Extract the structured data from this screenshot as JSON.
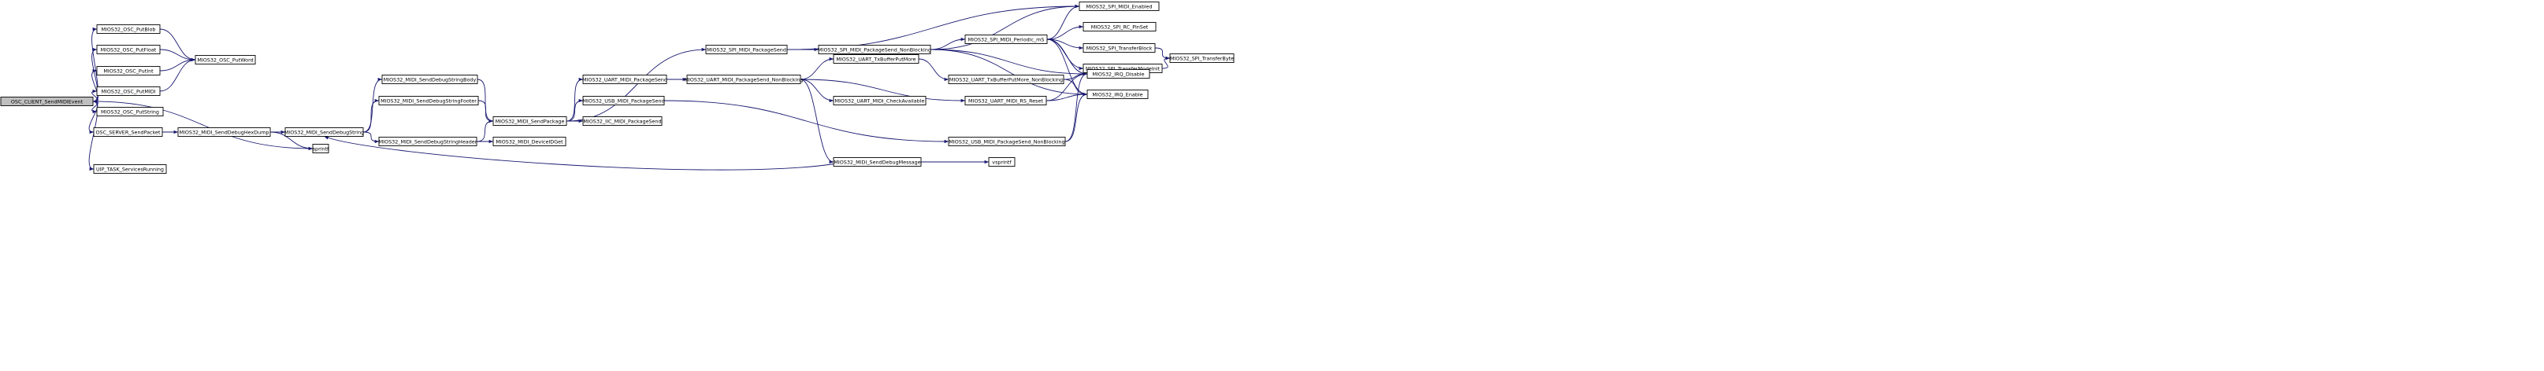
{
  "graph": {
    "colors": {
      "edge": "#191970",
      "node_border": "#000000",
      "root_fill": "#bfbfbf",
      "node_fill": "#ffffff"
    },
    "nodes": [
      {
        "id": "osc_client_sendmidievent",
        "label": "OSC_CLIENT_SendMIDIEvent",
        "root": true
      },
      {
        "id": "osc_putblob",
        "label": "MIOS32_OSC_PutBlob"
      },
      {
        "id": "osc_putfloat",
        "label": "MIOS32_OSC_PutFloat"
      },
      {
        "id": "osc_putint",
        "label": "MIOS32_OSC_PutInt"
      },
      {
        "id": "osc_putmidi",
        "label": "MIOS32_OSC_PutMIDI"
      },
      {
        "id": "osc_putstring",
        "label": "MIOS32_OSC_PutString"
      },
      {
        "id": "osc_server_sendpacket",
        "label": "OSC_SERVER_SendPacket"
      },
      {
        "id": "uip_task_servicesrunning",
        "label": "UIP_TASK_ServicesRunning"
      },
      {
        "id": "osc_putword",
        "label": "MIOS32_OSC_PutWord"
      },
      {
        "id": "midi_senddebughexdump",
        "label": "MIOS32_MIDI_SendDebugHexDump"
      },
      {
        "id": "midi_senddebugstring",
        "label": "MIOS32_MIDI_SendDebugString"
      },
      {
        "id": "sprintf",
        "label": "sprintf"
      },
      {
        "id": "midi_senddebugstringbody",
        "label": "MIOS32_MIDI_SendDebugStringBody"
      },
      {
        "id": "midi_senddebugstringfooter",
        "label": "MIOS32_MIDI_SendDebugStringFooter"
      },
      {
        "id": "midi_senddebugstringheader",
        "label": "MIOS32_MIDI_SendDebugStringHeader"
      },
      {
        "id": "midi_sendpackage",
        "label": "MIOS32_MIDI_SendPackage"
      },
      {
        "id": "midi_deviceidget",
        "label": "MIOS32_MIDI_DeviceIDGet"
      },
      {
        "id": "spi_midi_packagesend",
        "label": "MIOS32_SPI_MIDI_PackageSend"
      },
      {
        "id": "uart_midi_packagesend",
        "label": "MIOS32_UART_MIDI_PackageSend"
      },
      {
        "id": "usb_midi_packagesend",
        "label": "MIOS32_USB_MIDI_PackageSend"
      },
      {
        "id": "iic_midi_packagesend",
        "label": "MIOS32_IIC_MIDI_PackageSend"
      },
      {
        "id": "spi_midi_packagesend_nb",
        "label": "MIOS32_SPI_MIDI_PackageSend_NonBlocking"
      },
      {
        "id": "uart_midi_packagesend_nb",
        "label": "MIOS32_UART_MIDI_PackageSend_NonBlocking"
      },
      {
        "id": "midi_senddebugmessage",
        "label": "MIOS32_MIDI_SendDebugMessage"
      },
      {
        "id": "uart_txbufferputmore",
        "label": "MIOS32_UART_TxBufferPutMore"
      },
      {
        "id": "uart_midi_checkavailable",
        "label": "MIOS32_UART_MIDI_CheckAvailable"
      },
      {
        "id": "spi_midi_periodic_ms",
        "label": "MIOS32_SPI_MIDI_Periodic_mS"
      },
      {
        "id": "uart_txbufferputmore_nb",
        "label": "MIOS32_UART_TxBufferPutMore_NonBlocking"
      },
      {
        "id": "uart_midi_rs_reset",
        "label": "MIOS32_UART_MIDI_RS_Reset"
      },
      {
        "id": "usb_midi_packagesend_nb",
        "label": "MIOS32_USB_MIDI_PackageSend_NonBlocking"
      },
      {
        "id": "vsprintf",
        "label": "vsprintf"
      },
      {
        "id": "spi_midi_enabled",
        "label": "MIOS32_SPI_MIDI_Enabled"
      },
      {
        "id": "spi_rc_pinset",
        "label": "MIOS32_SPI_RC_PinSet"
      },
      {
        "id": "spi_transferblock",
        "label": "MIOS32_SPI_TransferBlock"
      },
      {
        "id": "spi_transfermodeinit",
        "label": "MIOS32_SPI_TransferModeInit"
      },
      {
        "id": "irq_disable",
        "label": "MIOS32_IRQ_Disable"
      },
      {
        "id": "irq_enable",
        "label": "MIOS32_IRQ_Enable"
      },
      {
        "id": "spi_transferbyte",
        "label": "MIOS32_SPI_TransferByte"
      }
    ],
    "edges": [
      [
        "osc_client_sendmidievent",
        "osc_putblob"
      ],
      [
        "osc_client_sendmidievent",
        "osc_putfloat"
      ],
      [
        "osc_client_sendmidievent",
        "osc_putint"
      ],
      [
        "osc_client_sendmidievent",
        "osc_putmidi"
      ],
      [
        "osc_client_sendmidievent",
        "osc_putstring"
      ],
      [
        "osc_client_sendmidievent",
        "osc_server_sendpacket"
      ],
      [
        "osc_client_sendmidievent",
        "sprintf"
      ],
      [
        "osc_client_sendmidievent",
        "uip_task_servicesrunning"
      ],
      [
        "osc_putblob",
        "osc_putword"
      ],
      [
        "osc_putfloat",
        "osc_putword"
      ],
      [
        "osc_putint",
        "osc_putword"
      ],
      [
        "osc_putmidi",
        "osc_putword"
      ],
      [
        "osc_server_sendpacket",
        "midi_senddebughexdump"
      ],
      [
        "midi_senddebughexdump",
        "midi_senddebugstring"
      ],
      [
        "midi_senddebughexdump",
        "sprintf"
      ],
      [
        "midi_senddebugstring",
        "midi_senddebugstringbody"
      ],
      [
        "midi_senddebugstring",
        "midi_senddebugstringfooter"
      ],
      [
        "midi_senddebugstring",
        "midi_senddebugstringheader"
      ],
      [
        "midi_senddebugstringbody",
        "midi_sendpackage"
      ],
      [
        "midi_senddebugstringfooter",
        "midi_sendpackage"
      ],
      [
        "midi_senddebugstringheader",
        "midi_sendpackage"
      ],
      [
        "midi_senddebugstringheader",
        "midi_deviceidget"
      ],
      [
        "midi_sendpackage",
        "spi_midi_packagesend"
      ],
      [
        "midi_sendpackage",
        "uart_midi_packagesend"
      ],
      [
        "midi_sendpackage",
        "usb_midi_packagesend"
      ],
      [
        "midi_sendpackage",
        "iic_midi_packagesend"
      ],
      [
        "spi_midi_packagesend",
        "spi_midi_enabled"
      ],
      [
        "spi_midi_packagesend",
        "spi_midi_packagesend_nb"
      ],
      [
        "uart_midi_packagesend",
        "uart_midi_packagesend_nb"
      ],
      [
        "usb_midi_packagesend",
        "usb_midi_packagesend_nb"
      ],
      [
        "spi_midi_packagesend_nb",
        "spi_midi_enabled"
      ],
      [
        "spi_midi_packagesend_nb",
        "spi_midi_periodic_ms"
      ],
      [
        "spi_midi_packagesend_nb",
        "irq_disable"
      ],
      [
        "spi_midi_packagesend_nb",
        "irq_enable"
      ],
      [
        "uart_midi_packagesend_nb",
        "uart_txbufferputmore"
      ],
      [
        "uart_midi_packagesend_nb",
        "uart_midi_checkavailable"
      ],
      [
        "uart_midi_packagesend_nb",
        "uart_midi_rs_reset"
      ],
      [
        "uart_midi_packagesend_nb",
        "midi_senddebugmessage"
      ],
      [
        "uart_txbufferputmore",
        "uart_txbufferputmore_nb"
      ],
      [
        "uart_txbufferputmore_nb",
        "irq_disable"
      ],
      [
        "uart_txbufferputmore_nb",
        "irq_enable"
      ],
      [
        "uart_midi_rs_reset",
        "irq_disable"
      ],
      [
        "uart_midi_rs_reset",
        "irq_enable"
      ],
      [
        "usb_midi_packagesend_nb",
        "irq_disable"
      ],
      [
        "usb_midi_packagesend_nb",
        "irq_enable"
      ],
      [
        "midi_senddebugmessage",
        "midi_senddebugstring"
      ],
      [
        "midi_senddebugmessage",
        "vsprintf"
      ],
      [
        "spi_midi_periodic_ms",
        "spi_midi_enabled"
      ],
      [
        "spi_midi_periodic_ms",
        "spi_rc_pinset"
      ],
      [
        "spi_midi_periodic_ms",
        "spi_transferblock"
      ],
      [
        "spi_midi_periodic_ms",
        "spi_transfermodeinit"
      ],
      [
        "spi_midi_periodic_ms",
        "irq_disable"
      ],
      [
        "spi_midi_periodic_ms",
        "irq_enable"
      ],
      [
        "spi_transferblock",
        "spi_transferbyte"
      ],
      [
        "spi_transfermodeinit",
        "spi_transferbyte"
      ]
    ]
  }
}
